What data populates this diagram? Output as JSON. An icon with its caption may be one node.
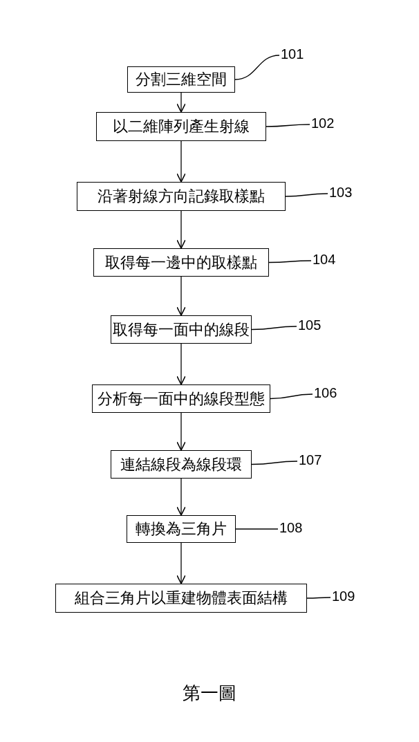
{
  "diagram": {
    "caption": "第一圖",
    "nodes": [
      {
        "text": [
          "分割三維空間"
        ]
      },
      {
        "text": [
          "以二維陣列產生射線"
        ]
      },
      {
        "text": [
          "沿著射線方向記錄取樣點"
        ]
      },
      {
        "text": [
          "取得每一邊中的取樣點"
        ]
      },
      {
        "text": [
          "取得每一面中的線段"
        ]
      },
      {
        "text": [
          "分析每一面中的線段型態"
        ]
      },
      {
        "text": [
          "連結線段為線段環"
        ]
      },
      {
        "text": [
          "轉換為三角片"
        ]
      },
      {
        "text": [
          "組合三角片以重建物體表面結構"
        ]
      },
      {
        "text": [
          "101"
        ]
      },
      {
        "text": [
          "102"
        ]
      },
      {
        "text": [
          "103"
        ]
      },
      {
        "text": [
          "104"
        ]
      },
      {
        "text": [
          "105"
        ]
      },
      {
        "text": [
          "106"
        ]
      },
      {
        "text": [
          "107"
        ]
      },
      {
        "text": [
          "108"
        ]
      },
      {
        "text": [
          "109"
        ]
      }
    ],
    "edges": [
      {
        "from": 0,
        "to": 1,
        "arrow": "to"
      },
      {
        "from": 1,
        "to": 2,
        "arrow": "to"
      },
      {
        "from": 2,
        "to": 3,
        "arrow": "to"
      },
      {
        "from": 3,
        "to": 4,
        "arrow": "to"
      },
      {
        "from": 4,
        "to": 5,
        "arrow": "to"
      },
      {
        "from": 5,
        "to": 6,
        "arrow": "to"
      },
      {
        "from": 6,
        "to": 7,
        "arrow": "to"
      },
      {
        "from": 7,
        "to": 8,
        "arrow": "to"
      },
      {
        "from": 9,
        "to": 0,
        "arrow": "none"
      },
      {
        "from": 10,
        "to": 1,
        "arrow": "none"
      },
      {
        "from": 11,
        "to": 2,
        "arrow": "none"
      },
      {
        "from": 12,
        "to": 3,
        "arrow": "none"
      },
      {
        "from": 13,
        "to": 4,
        "arrow": "none"
      },
      {
        "from": 14,
        "to": 5,
        "arrow": "none"
      },
      {
        "from": 15,
        "to": 6,
        "arrow": "none"
      },
      {
        "from": 16,
        "to": 7,
        "arrow": "none"
      },
      {
        "from": 17,
        "to": 8,
        "arrow": "none"
      }
    ]
  }
}
